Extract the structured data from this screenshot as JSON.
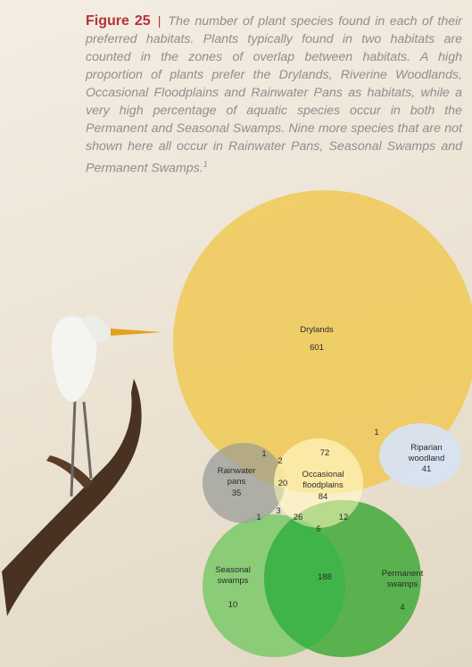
{
  "caption": {
    "label": "Figure 25",
    "separator": "|",
    "text": "The number of plant species found in each of their preferred habitats. Plants typically found in two habitats are counted in the zones of overlap between habitats. A high proportion of plants prefer the Drylands, Riverine Woodlands, Occasional Floodplains and Rainwater Pans as habitats, while a very high percentage of aquatic species occur in both the Permanent and Seasonal Swamps. Nine more species that are not shown here all occur in Rainwater Pans, Seasonal Swamps and Permanent Swamps.",
    "footnote": "1"
  },
  "sets": {
    "drylands": {
      "name": "Drylands",
      "count": "601",
      "color": "#f0c955"
    },
    "riparian": {
      "name_line1": "Riparian",
      "name_line2": "woodland",
      "count": "41",
      "color": "#d7e1f2"
    },
    "rainwater": {
      "name_line1": "Rainwater",
      "name_line2": "pans",
      "count": "35",
      "color": "#a7a9a3"
    },
    "floodplains": {
      "name_line1": "Occasional",
      "name_line2": "floodplains",
      "count": "84",
      "color": "#fbf3c8"
    },
    "seasonal": {
      "name_line1": "Seasonal",
      "name_line2": "swamps",
      "count": "10",
      "color": "#7fca6e"
    },
    "permanent": {
      "name_line1": "Permanent",
      "name_line2": "swamps",
      "count": "4",
      "color": "#46ac3d"
    }
  },
  "overlaps": {
    "drylands_riparian": "1",
    "drylands_rainwater": "1",
    "drylands_rainwater_floodplains": "2",
    "drylands_floodplains": "72",
    "rainwater_floodplains": "20",
    "rainwater_seasonal": "1",
    "rainwater_floodplains_seasonal": "3",
    "floodplains_seasonal": "26",
    "floodplains_permanent": "12",
    "floodplains_seasonal_permanent": "6",
    "seasonal_permanent": "188"
  }
}
